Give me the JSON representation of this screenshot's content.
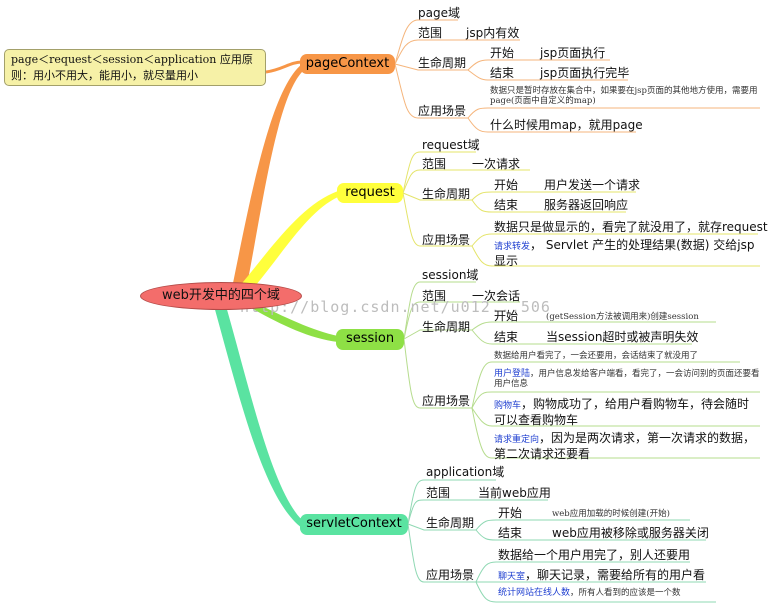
{
  "root": "web开发中的四个域",
  "note": "page＜request＜session＜application 应用原则：用小不用大，能用小，就尽量用小",
  "watermark": "http://blog.csdn.net/u012...506",
  "colors": {
    "page": "#f79647",
    "request": "#ffff3c",
    "session": "#8ee045",
    "servletContext": "#5ae3a1",
    "root": "#f36d6b",
    "line": "#a8d88a"
  },
  "page": {
    "label": "pageContext",
    "domain": "page域",
    "scope_label": "范围",
    "scope_value": "jsp内有效",
    "life_label": "生命周期",
    "start_label": "开始",
    "start_value": "jsp页面执行",
    "end_label": "结束",
    "end_value": "jsp页面执行完毕",
    "use_label": "应用场景",
    "use_1": "数据只是暂时存放在集合中，如果要在jsp页面的其他地方使用，需要用page(页面中自定义的map)",
    "use_2": "什么时候用map，就用page"
  },
  "request": {
    "label": "request",
    "domain": "request域",
    "scope_label": "范围",
    "scope_value": "一次请求",
    "life_label": "生命周期",
    "start_label": "开始",
    "start_value": "用户发送一个请求",
    "end_label": "结束",
    "end_value": "服务器返回响应",
    "use_label": "应用场景",
    "use_1": "数据只是做显示的，看完了就没用了，就存request",
    "use_2_hl": "请求转发",
    "use_2": "， Servlet 产生的处理结果(数据) 交给jsp显示"
  },
  "session": {
    "label": "session",
    "domain": "session域",
    "scope_label": "范围",
    "scope_value": "一次会话",
    "life_label": "生命周期",
    "start_label": "开始",
    "start_value": "(getSession方法被调用来)创建session",
    "end_label": "结束",
    "end_value": "当session超时或被声明失效",
    "use_label": "应用场景",
    "use_1": "数据给用户看完了，一会还要用，会话结束了就没用了",
    "use_2_hl": "用户登陆",
    "use_2": "，用户信息发给客户端看，看完了，一会访问别的页面还要看用户信息",
    "use_3_hl": "购物车",
    "use_3": "，购物成功了，给用户看购物车，待会随时可以查看购物车",
    "use_4_hl": "请求重定向",
    "use_4": "，因为是两次请求，第一次请求的数据，第二次请求还要看"
  },
  "servletContext": {
    "label": "servletContext",
    "domain": "application域",
    "scope_label": "范围",
    "scope_value": "当前web应用",
    "life_label": "生命周期",
    "start_label": "开始",
    "start_value": "web应用加载的时候创建(开始)",
    "end_label": "结束",
    "end_value": "web应用被移除或服务器关闭",
    "use_label": "应用场景",
    "use_1": "数据给一个用户用完了，别人还要用",
    "use_2_hl": "聊天室",
    "use_2": "，聊天记录，需要给所有的用户看",
    "use_3_hl": "统计网站在线人数",
    "use_3": "，所有人看到的应该是一个数"
  }
}
